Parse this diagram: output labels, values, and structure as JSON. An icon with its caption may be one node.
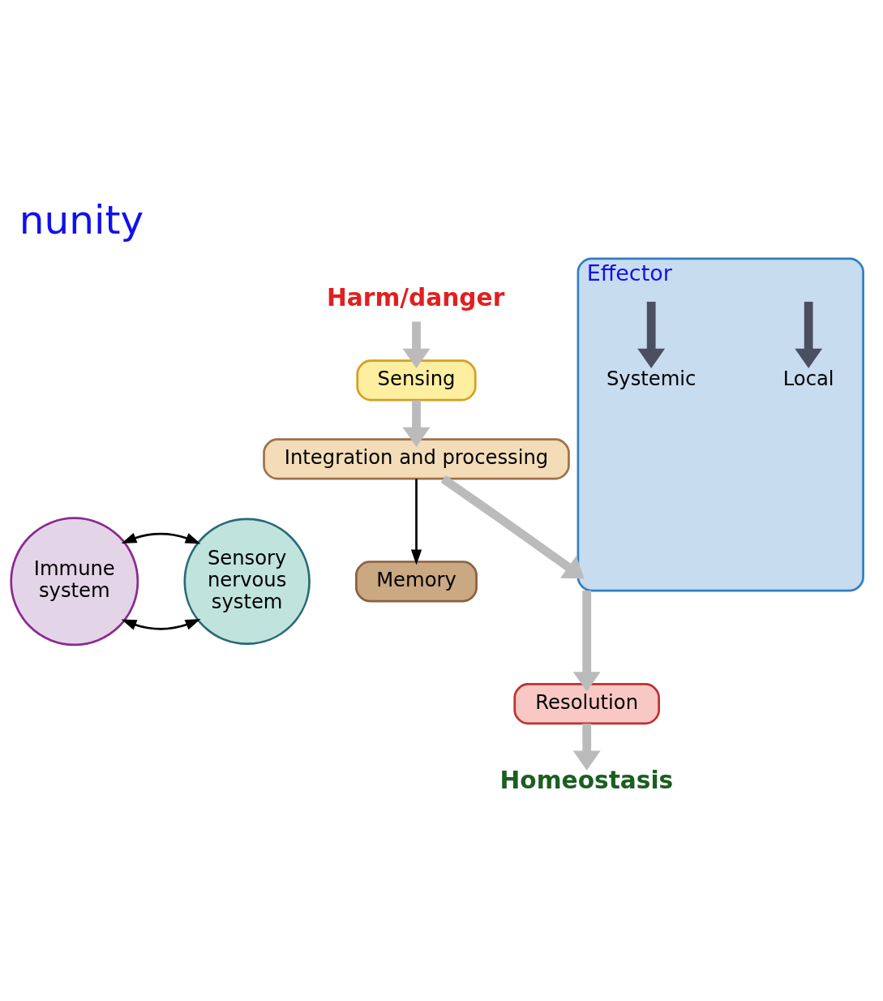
{
  "diagram": {
    "title": "nunity",
    "nodes": [
      {
        "text": [
          "Harm/danger"
        ]
      },
      {
        "text": [
          "Sensing"
        ]
      },
      {
        "text": [
          "Integration and processing"
        ]
      },
      {
        "text": [
          "Memory"
        ]
      },
      {
        "text": [
          "Effector"
        ]
      },
      {
        "text": [
          "Local"
        ],
        "in": 4
      },
      {
        "text": [
          "Systemic"
        ],
        "in": 4
      },
      {
        "text": [
          "Resolution"
        ]
      },
      {
        "text": [
          "Homeostasis"
        ]
      },
      {
        "text": [
          "Immune system"
        ]
      },
      {
        "text": [
          "Sensory nervous system"
        ]
      }
    ],
    "edges": [
      {
        "from": 0,
        "to": 1,
        "arrow": "to"
      },
      {
        "from": 1,
        "to": 2,
        "arrow": "to"
      },
      {
        "from": 2,
        "to": 3,
        "arrow": "to",
        "color": "#000000"
      },
      {
        "from": 2,
        "to": 4,
        "arrow": "to"
      },
      {
        "from": null,
        "to": 5,
        "arrow": "to",
        "color": "#4a5060"
      },
      {
        "from": null,
        "to": 6,
        "arrow": "to",
        "color": "#4a5060"
      },
      {
        "from": 4,
        "to": 7,
        "arrow": "to"
      },
      {
        "from": 7,
        "to": 8,
        "arrow": "to"
      },
      {
        "from": 9,
        "to": 10,
        "arrow": "both",
        "color": "#000000"
      },
      {
        "from": 9,
        "to": 10,
        "arrow": "both",
        "color": "#000000"
      }
    ]
  }
}
